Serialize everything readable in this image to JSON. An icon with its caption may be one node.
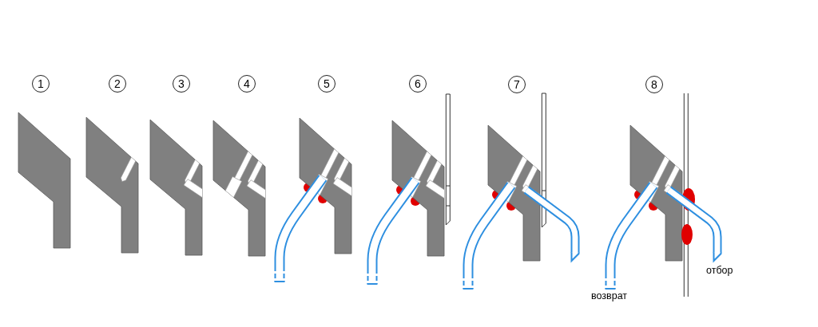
{
  "diagram": {
    "nodes": [
      {
        "text": [
          "1"
        ]
      },
      {
        "text": [
          "2"
        ]
      },
      {
        "text": [
          "3"
        ]
      },
      {
        "text": [
          "4"
        ]
      },
      {
        "text": [
          "5"
        ]
      },
      {
        "text": [
          "6"
        ]
      },
      {
        "text": [
          "7"
        ]
      },
      {
        "text": [
          "8"
        ]
      }
    ],
    "labels": [
      "отбор",
      "возврат"
    ]
  }
}
